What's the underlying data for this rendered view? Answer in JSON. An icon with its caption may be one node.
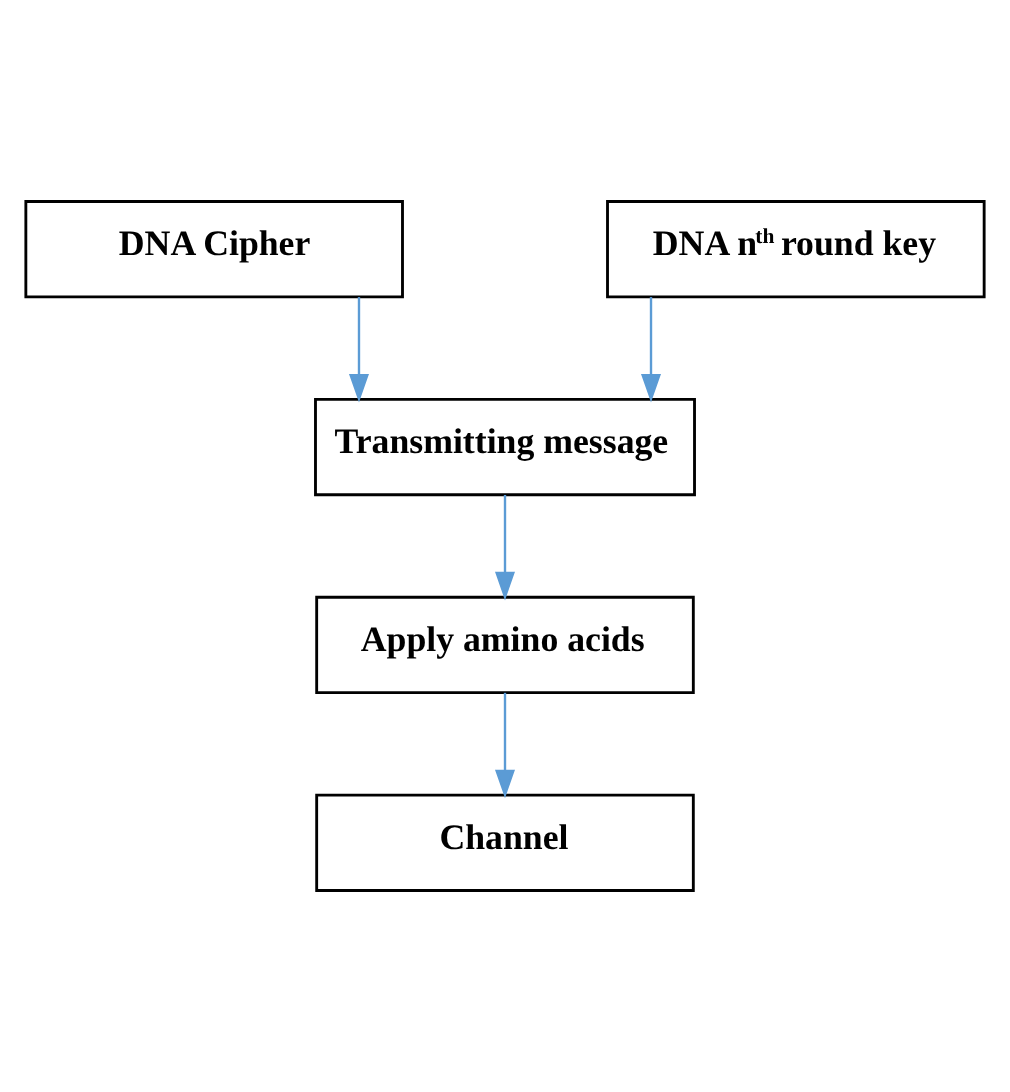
{
  "diagram": {
    "nodes": [
      {
        "text": [
          "DNA Cipher"
        ]
      },
      {
        "text": [
          "DNA n$^{th}$ round key"
        ]
      },
      {
        "text": [
          "Transmitting message"
        ]
      },
      {
        "text": [
          "Apply amino acids"
        ]
      },
      {
        "text": [
          "Channel"
        ]
      }
    ],
    "edges": [
      {
        "from": 0,
        "to": 2,
        "arrow": "to",
        "color": "#5b9bd5"
      },
      {
        "from": 1,
        "to": 2,
        "arrow": "to",
        "color": "#5b9bd5"
      },
      {
        "from": 2,
        "to": 3,
        "arrow": "to",
        "color": "#5b9bd5"
      },
      {
        "from": 3,
        "to": 4,
        "arrow": "to",
        "color": "#5b9bd5"
      }
    ]
  }
}
